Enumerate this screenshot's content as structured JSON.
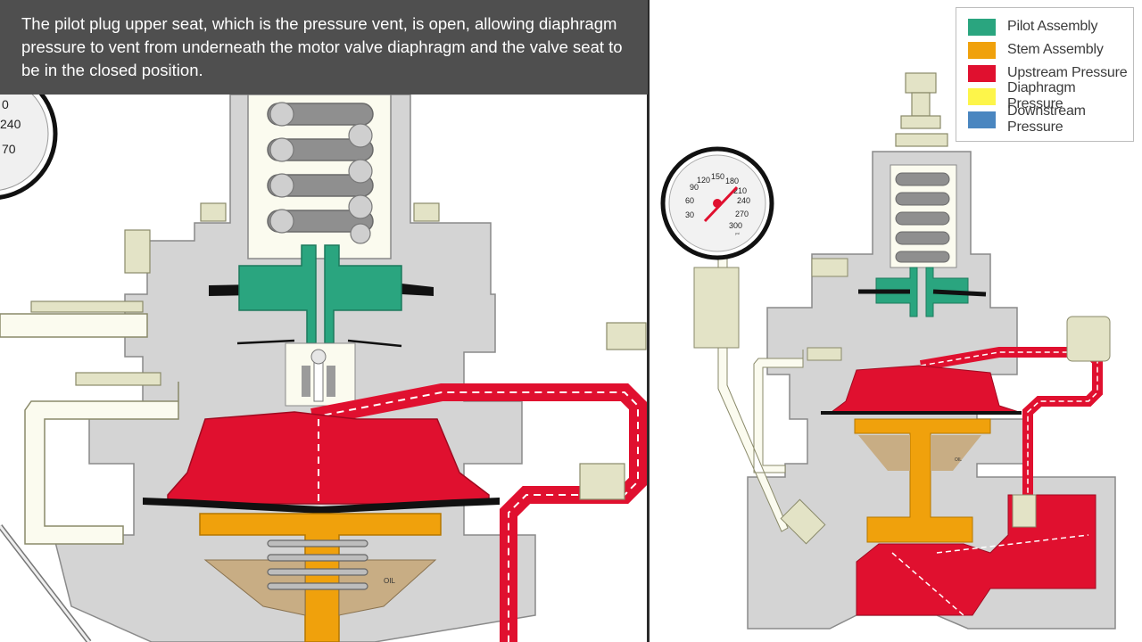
{
  "caption": {
    "text": "The pilot plug upper seat, which is the pressure vent, is open, allowing diaphragm pressure to vent from underneath the motor valve diaphragm and the valve seat to be in the closed position."
  },
  "legend": [
    {
      "label": "Pilot Assembly",
      "color": "#2aa57f"
    },
    {
      "label": "Stem Assembly",
      "color": "#f0a10c"
    },
    {
      "label": "Upstream Pressure",
      "color": "#e0102f"
    },
    {
      "label": "Diaphragm Pressure",
      "color": "#fdf54a"
    },
    {
      "label": "Downstream Pressure",
      "color": "#4a86c0"
    }
  ],
  "gauge_large": {
    "ticks": [
      "0",
      "240",
      "70"
    ]
  },
  "gauge_small": {
    "ticks": [
      "30",
      "60",
      "90",
      "120",
      "150",
      "180",
      "210",
      "240",
      "270",
      "300"
    ],
    "unit": "psi"
  },
  "labels": {
    "oil_large": "OIL",
    "oil_small": "OIL"
  },
  "colors": {
    "body": "#d4d4d4",
    "outline": "#8a8a8a",
    "cream": "#fbfbef",
    "oil": "#c8ad84"
  }
}
